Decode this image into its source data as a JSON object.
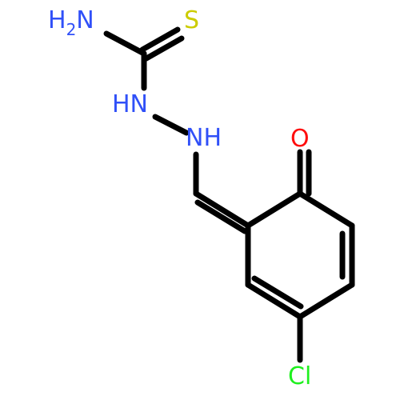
{
  "molecule": {
    "atoms": {
      "nh2": {
        "main": "H",
        "sub": "2",
        "tail": "N"
      },
      "s": "S",
      "nh_upper": "HN",
      "nh_lower": "NH",
      "o": "O",
      "cl": "Cl"
    },
    "colors": {
      "bond": "#000000",
      "nitrogen": "#3050F8",
      "sulfur": "#CCCC00",
      "oxygen": "#FF0D0D",
      "chlorine": "#1FF01F"
    }
  }
}
